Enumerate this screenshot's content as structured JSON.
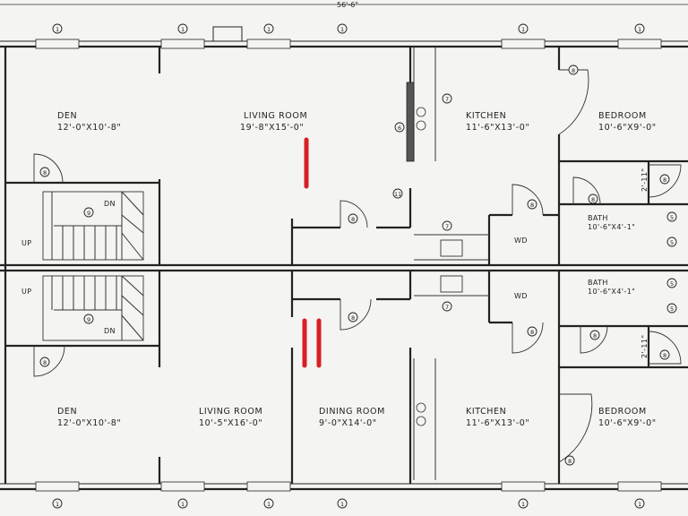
{
  "overall_dimension": "56'-6\"",
  "upper_unit": {
    "rooms": [
      {
        "id": "den",
        "name": "DEN",
        "size": "12'-0\"X10'-8\""
      },
      {
        "id": "living",
        "name": "LIVING ROOM",
        "size": "19'-8\"X15'-0\""
      },
      {
        "id": "kitchen",
        "name": "KITCHEN",
        "size": "11'-6\"X13'-0\""
      },
      {
        "id": "bedroom",
        "name": "BEDROOM",
        "size": "10'-6\"X9'-0\""
      },
      {
        "id": "bath",
        "name": "BATH",
        "size": "10'-6\"X4'-1\""
      }
    ],
    "wd_label": "WD",
    "stair_labels": {
      "down": "DN",
      "up": "UP"
    },
    "closet_dim": "2'-11\""
  },
  "lower_unit": {
    "rooms": [
      {
        "id": "den",
        "name": "DEN",
        "size": "12'-0\"X10'-8\""
      },
      {
        "id": "living",
        "name": "LIVING ROOM",
        "size": "10'-5\"X16'-0\""
      },
      {
        "id": "dining",
        "name": "DINING ROOM",
        "size": "9'-0\"X14'-0\""
      },
      {
        "id": "kitchen",
        "name": "KITCHEN",
        "size": "11'-6\"X13'-0\""
      },
      {
        "id": "bedroom",
        "name": "BEDROOM",
        "size": "10'-6\"X9'-0\""
      },
      {
        "id": "bath",
        "name": "BATH",
        "size": "10'-6\"X4'-1\""
      }
    ],
    "wd_label": "WD",
    "stair_labels": {
      "down": "DN",
      "up": "UP"
    },
    "closet_dim": "2'-11\""
  },
  "tags": {
    "window": "1",
    "door": "8",
    "stair": "9",
    "cabinet": "7",
    "bath_fixture": "5",
    "wall_6": "6",
    "wall_11": "11"
  },
  "colors": {
    "line": "#222222",
    "markup": "#d81f26",
    "paper": "#f4f4f2"
  }
}
